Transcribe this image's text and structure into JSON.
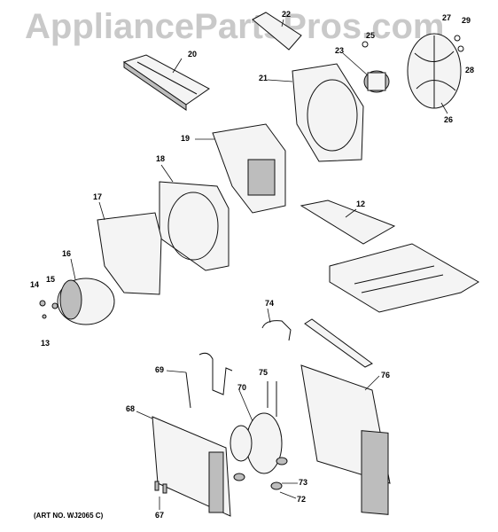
{
  "watermark": "AppliancePartsPros.com",
  "art_no": "(ART NO. WJ2065 C)",
  "callouts": [
    "20",
    "22",
    "25",
    "23",
    "27",
    "29",
    "28",
    "21",
    "26",
    "19",
    "18",
    "12",
    "17",
    "16",
    "14",
    "15",
    "13",
    "74",
    "69",
    "75",
    "76",
    "70",
    "68",
    "73",
    "72",
    "67"
  ]
}
